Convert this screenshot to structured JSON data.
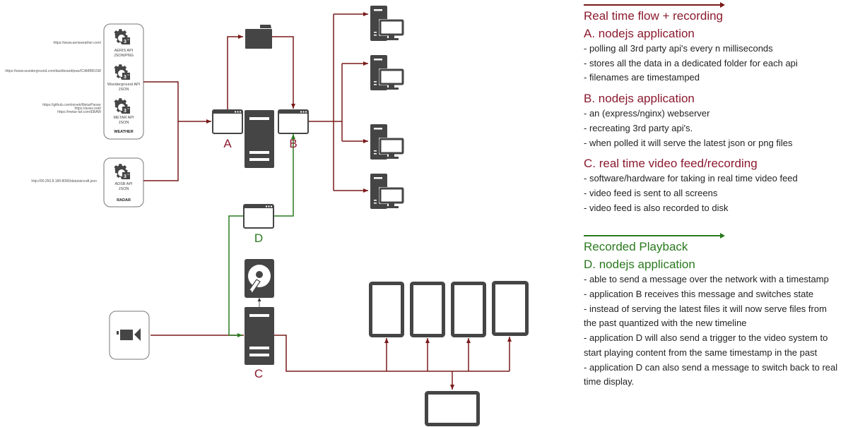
{
  "colors": {
    "realtime": "#7a1a1a",
    "playback": "#2a7a1e",
    "heading_red": "#8b1a2e",
    "icon_dark": "#454545"
  },
  "sources": {
    "weather": {
      "group_label": "WEATHER",
      "apis": [
        {
          "name": "AERIS API",
          "format": "JSON/PNG",
          "urls": [
            "https://www.aerisweather.com/"
          ],
          "icon": "gear-3rd-party-icon"
        },
        {
          "name": "Wunderground API",
          "format": "JSON",
          "urls": [
            "https://www.wunderground.com/dashboard/pws/ICAMBR158/"
          ],
          "icon": "gear-3rd-party-icon"
        },
        {
          "name": "METAR API",
          "format": "JSON",
          "urls": [
            "https://github.com/mivek/MetarParser",
            "https://avwx.rest/",
            "https://metar-taf.com/EBAW"
          ],
          "icon": "gear-3rd-party-icon"
        }
      ]
    },
    "radar": {
      "group_label": "RADAR",
      "apis": [
        {
          "name": "ADSB API",
          "format": "JSON",
          "urls": [
            "http://90.250.8.186:8080/data/aircraft.json"
          ],
          "icon": "gear-3rd-party-icon"
        }
      ]
    }
  },
  "nodes": {
    "a": {
      "letter": "A",
      "icon": "browser-window-icon"
    },
    "b": {
      "letter": "B",
      "icon": "browser-window-icon"
    },
    "c": {
      "letter": "C",
      "icon": "server-icon"
    },
    "d": {
      "letter": "D",
      "icon": "browser-window-icon"
    },
    "storage_folder": {
      "icon": "folder-icon"
    },
    "main_server": {
      "icon": "server-icon"
    },
    "disk": {
      "icon": "hard-disk-icon"
    },
    "camera": {
      "icon": "video-camera-icon"
    },
    "clients": {
      "count": 4,
      "icon": "desktop-computer-icon"
    },
    "screens": {
      "portrait_count": 4,
      "landscape_count": 1,
      "icon": "display-screen-icon"
    }
  },
  "notes": {
    "realtime_legend": "Real time flow + recording",
    "sections_realtime": [
      {
        "title": "A. nodejs application",
        "bullets": [
          "- polling all 3rd party api's every n milliseconds",
          "- stores all the data in a dedicated folder for each api",
          "- filenames are timestamped"
        ]
      },
      {
        "title": "B. nodejs application",
        "bullets": [
          "- an (express/nginx) webserver",
          "- recreating 3rd party api's.",
          "- when polled it will serve the latest json or png files"
        ]
      },
      {
        "title": "C. real time video feed/recording",
        "bullets": [
          "- software/hardware for taking in real time video feed",
          "- video feed is sent to all screens",
          "- video feed is also recorded to disk"
        ]
      }
    ],
    "playback_legend": "Recorded Playback",
    "section_playback": {
      "title": "D. nodejs application",
      "bullets": [
        "- able to send a message over the network with a timestamp",
        "- application B receives this message and switches state",
        "- instead of serving the latest files it will now serve files from",
        "the past quantized with the new timeline",
        "- application D will also send a trigger to the video system to",
        "start playing content from the same timestamp in the past",
        "- application D can also send a message to switch back to real",
        "time display."
      ]
    }
  }
}
